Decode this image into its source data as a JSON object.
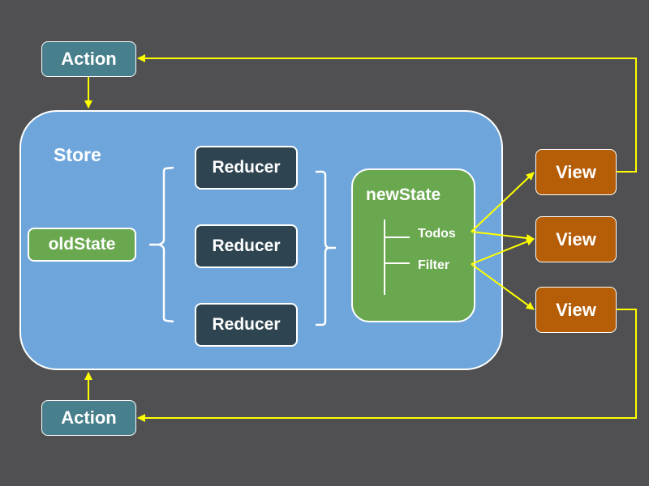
{
  "diagram": {
    "title": "Redux data flow",
    "store": {
      "label": "Store"
    },
    "old_state": {
      "label": "oldState"
    },
    "reducers": [
      {
        "label": "Reducer"
      },
      {
        "label": "Reducer"
      },
      {
        "label": "Reducer"
      }
    ],
    "new_state": {
      "label": "newState",
      "fields": [
        {
          "label": "Todos"
        },
        {
          "label": "Filter"
        }
      ]
    },
    "views": [
      {
        "label": "View"
      },
      {
        "label": "View"
      },
      {
        "label": "View"
      }
    ],
    "actions": [
      {
        "label": "Action"
      },
      {
        "label": "Action"
      }
    ],
    "edges": [
      {
        "from": "actions.0",
        "to": "store"
      },
      {
        "from": "actions.1",
        "to": "store"
      },
      {
        "from": "old_state",
        "to": "reducers"
      },
      {
        "from": "reducers",
        "to": "new_state"
      },
      {
        "from": "new_state.fields.0",
        "to": "views.0"
      },
      {
        "from": "new_state.fields.0",
        "to": "views.1"
      },
      {
        "from": "new_state.fields.1",
        "to": "views.1"
      },
      {
        "from": "new_state.fields.1",
        "to": "views.2"
      },
      {
        "from": "views.0",
        "to": "actions.0"
      },
      {
        "from": "views.2",
        "to": "actions.1"
      }
    ],
    "colors": {
      "background": "#505052",
      "store": "#6ea6dc",
      "action": "#477f8c",
      "view": "#b55d07",
      "reducer": "#2e4450",
      "state": "#6aa84f",
      "arrow": "#ffff00"
    }
  }
}
